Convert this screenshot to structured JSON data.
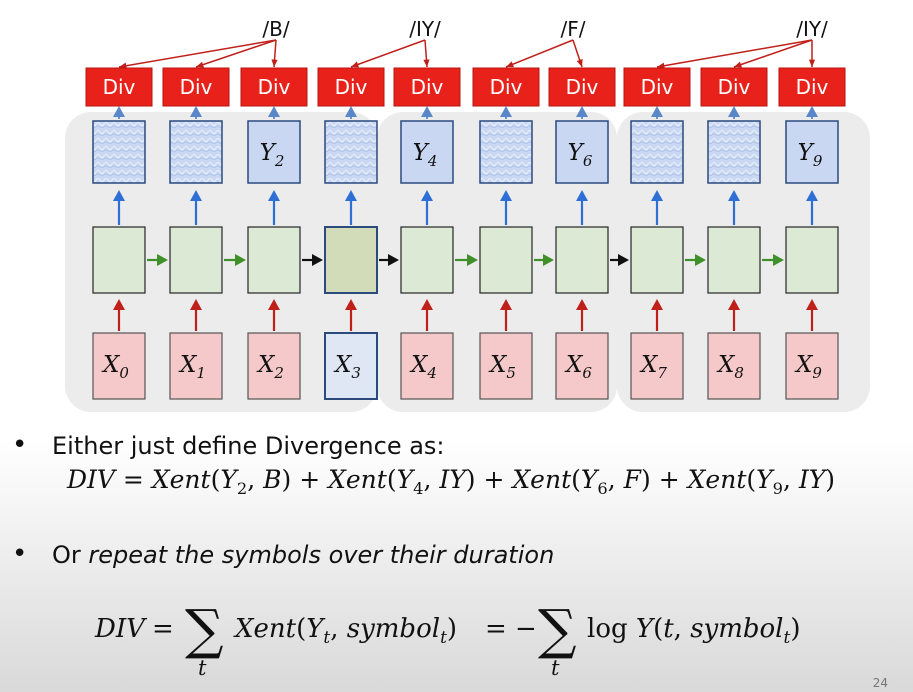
{
  "diagram": {
    "phoneme_labels": [
      "/B/",
      "/IY/",
      "/F/",
      "/IY/"
    ],
    "div_label": "Div",
    "outputs": [
      {
        "text": ""
      },
      {
        "text": ""
      },
      {
        "sym": "Y",
        "sub": "2"
      },
      {
        "text": ""
      },
      {
        "sym": "Y",
        "sub": "4"
      },
      {
        "text": ""
      },
      {
        "sym": "Y",
        "sub": "6"
      },
      {
        "text": ""
      },
      {
        "text": ""
      },
      {
        "sym": "Y",
        "sub": "9"
      }
    ],
    "inputs": [
      {
        "sym": "X",
        "sub": "0"
      },
      {
        "sym": "X",
        "sub": "1"
      },
      {
        "sym": "X",
        "sub": "2"
      },
      {
        "sym": "X",
        "sub": "3"
      },
      {
        "sym": "X",
        "sub": "4"
      },
      {
        "sym": "X",
        "sub": "5"
      },
      {
        "sym": "X",
        "sub": "6"
      },
      {
        "sym": "X",
        "sub": "7"
      },
      {
        "sym": "X",
        "sub": "8"
      },
      {
        "sym": "X",
        "sub": "9"
      }
    ],
    "colors": {
      "div_fill": "#e8221b",
      "output_fill": "#c9d7f3",
      "hidden_fill": "#dce9d5",
      "hidden_fill_mid": "#d2dcb8",
      "input_fill": "#f5c9c9",
      "up_arrow_blue": "#2e6fd6",
      "red_arrow": "#c0201a",
      "green_arrow": "#3f8f2a"
    }
  },
  "bullets": [
    {
      "text": "Either just define Divergence as:"
    },
    {
      "text_normal": "Or ",
      "text_italic": "repeat the symbols over their duration"
    }
  ],
  "eq1": {
    "lhs": "DIV",
    "terms": [
      {
        "fn": "Xent",
        "sym": "Y",
        "sub": "2",
        "arg": "B"
      },
      {
        "fn": "Xent",
        "sym": "Y",
        "sub": "4",
        "arg": "IY"
      },
      {
        "fn": "Xent",
        "sym": "Y",
        "sub": "6",
        "arg": "F"
      },
      {
        "fn": "Xent",
        "sym": "Y",
        "sub": "9",
        "arg": "IY"
      }
    ]
  },
  "eq2": {
    "lhs": "DIV",
    "sum_index": "t",
    "part1": "Xent",
    "part2": "log",
    "sym_Y": "Y",
    "sub_t": "t",
    "symbol": "symbol",
    "tvar": "t"
  },
  "page_number": "24"
}
